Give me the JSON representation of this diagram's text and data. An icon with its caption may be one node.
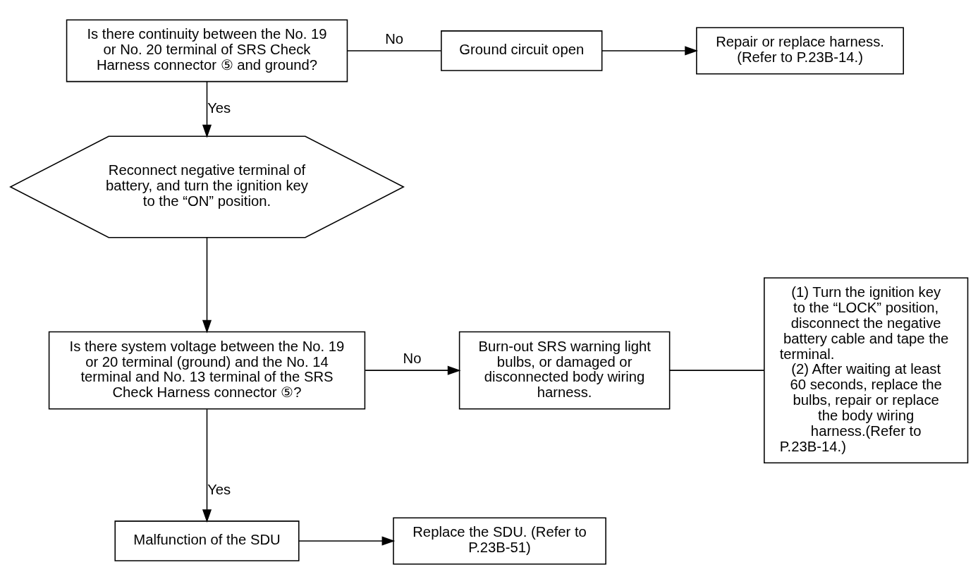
{
  "diagram": {
    "nodes": [
      {
        "text": [
          "Is there continuity between the No. 19 or No. 20 terminal of SRS Check Harness connector ⑤ and ground?"
        ]
      },
      {
        "text": [
          "Ground circuit open"
        ]
      },
      {
        "text": [
          "Repair or replace harness. (Refer to P.23B-14.)"
        ]
      },
      {
        "text": [
          "Reconnect negative terminal of battery, and turn the ignition key to the “ON” position."
        ]
      },
      {
        "text": [
          "Is there system voltage between the No. 19 or 20 terminal (ground) and the No. 14 terminal and No. 13 terminal of the SRS Check Harness connector ⑤?"
        ]
      },
      {
        "text": [
          "Burn-out SRS warning light bulbs, or damaged or disconnected body wiring harness."
        ]
      },
      {
        "text": [
          "(1) Turn the ignition key to the “LOCK” position, disconnect the negative battery cable and tape the terminal.",
          "(2) After waiting at least 60 seconds, replace the bulbs, repair or replace the body wiring harness.(Refer to P.23B-14.)"
        ]
      },
      {
        "text": [
          "Malfunction of the SDU"
        ]
      },
      {
        "text": [
          "Replace the SDU. (Refer to P.23B-51)"
        ]
      }
    ],
    "edges": [
      {
        "from": 0,
        "to": 1,
        "arrow": "none",
        "label": "No"
      },
      {
        "from": 1,
        "to": 2,
        "arrow": "to"
      },
      {
        "from": 0,
        "to": 3,
        "arrow": "to",
        "label": "Yes"
      },
      {
        "from": 3,
        "to": 4,
        "arrow": "to"
      },
      {
        "from": 4,
        "to": 5,
        "arrow": "to",
        "label": "No"
      },
      {
        "from": 5,
        "to": 6,
        "arrow": "none"
      },
      {
        "from": 4,
        "to": 7,
        "arrow": "to",
        "label": "Yes"
      },
      {
        "from": 7,
        "to": 8,
        "arrow": "to"
      }
    ]
  }
}
